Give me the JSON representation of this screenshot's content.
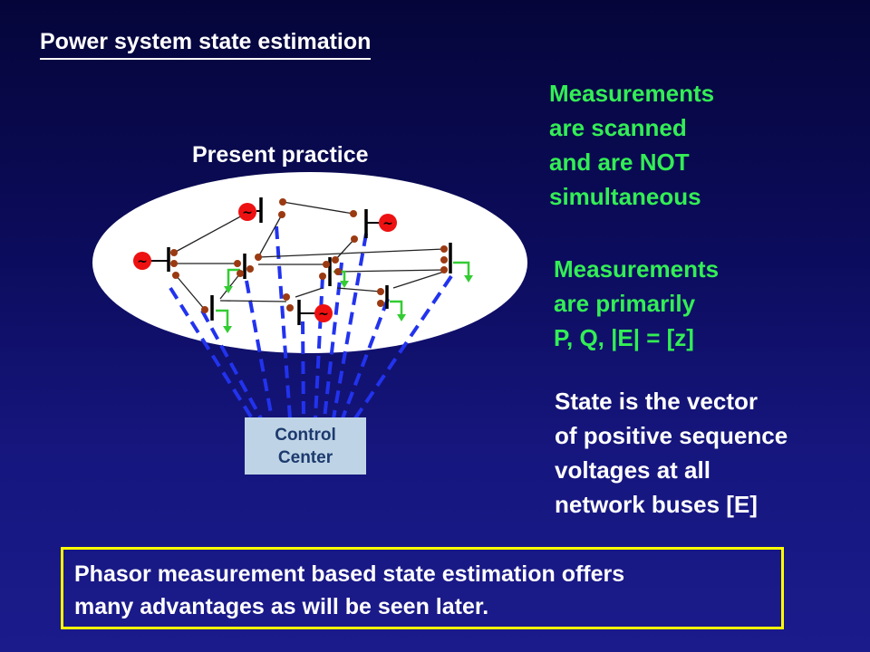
{
  "slide": {
    "title": "Power system state estimation",
    "diagram_label": "Present practice"
  },
  "control_center": {
    "line1": "Control",
    "line2": "Center"
  },
  "notes": {
    "scanned": [
      "Measurements",
      "are scanned",
      "and are NOT",
      "simultaneous"
    ],
    "primarily": [
      "Measurements",
      "are primarily",
      "P, Q, |E| = [z]"
    ],
    "state": [
      "State is the vector",
      "of positive sequence",
      "voltages at all",
      "network buses [E]"
    ]
  },
  "footer": {
    "line1": "Phasor measurement based state estimation offers",
    "line2": "many advantages as will be seen later."
  },
  "generator_symbol": "~",
  "colors": {
    "background": "#0c0c5e",
    "green_text": "#33ee55",
    "footer_border": "#ffff00",
    "dashed_link": "#2233ee",
    "generator": "#ee1111",
    "measurement_dot": "#9b3a12",
    "load_arrow": "#33cc33",
    "control_center_fill": "#bed4e6"
  },
  "icons": [
    "generator-icon",
    "bus-bar",
    "load-arrow-icon",
    "measurement-dot"
  ]
}
